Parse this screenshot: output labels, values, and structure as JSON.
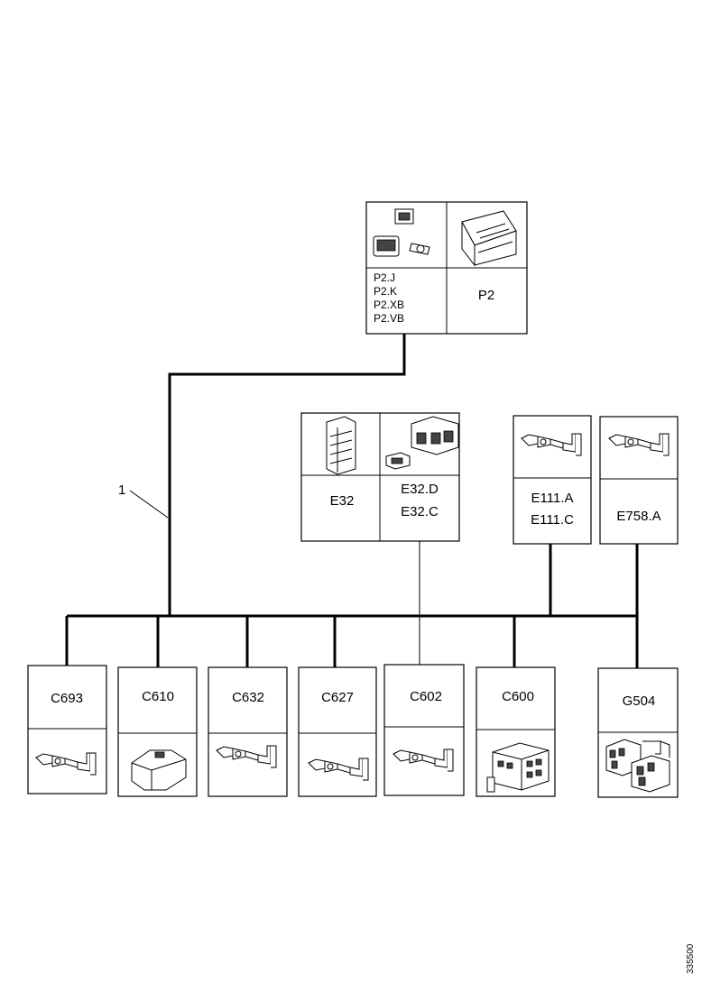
{
  "callout": "1",
  "ref_number": "335500",
  "top_block": {
    "left_labels": [
      "P2.J",
      "P2.K",
      "P2.XB",
      "P2.VB"
    ],
    "right_label": "P2"
  },
  "mid_blocks": {
    "e32": "E32",
    "e32_multi": [
      "E32.D",
      "E32.C"
    ],
    "e111": [
      "E111.A",
      "E111.C"
    ],
    "e758": "E758.A"
  },
  "connectors": [
    {
      "label": "C693",
      "icon": "terminal-icon"
    },
    {
      "label": "C610",
      "icon": "connector-housing-icon"
    },
    {
      "label": "C632",
      "icon": "terminal-icon"
    },
    {
      "label": "C627",
      "icon": "terminal-icon"
    },
    {
      "label": "C602",
      "icon": "terminal-icon"
    },
    {
      "label": "C600",
      "icon": "multi-pin-connector-icon"
    },
    {
      "label": "G504",
      "icon": "ground-connector-icon"
    }
  ]
}
